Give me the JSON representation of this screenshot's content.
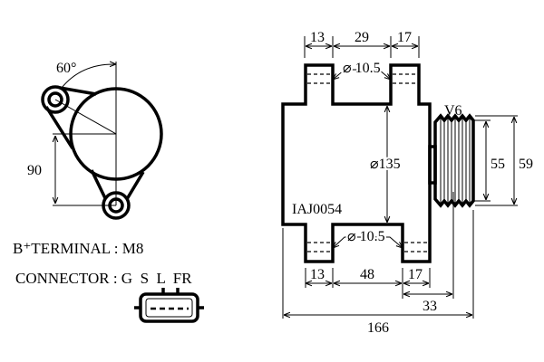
{
  "front_view": {
    "angle_label": "60°",
    "offset_label": "90"
  },
  "specs": {
    "terminal_label": "B⁺TERMINAL : M8",
    "connector_label": "CONNECTOR : G  S  L  FR"
  },
  "side_view": {
    "part_number": "IAJ0054",
    "pulley_type": "V6",
    "body_diameter": "⌀135",
    "top_hole_diameter": "⌀ 10.5",
    "bottom_hole_diameter": "⌀ 10.5",
    "top_dims": [
      "13",
      "29",
      "17"
    ],
    "bottom_dims": [
      "13",
      "48",
      "17"
    ],
    "pulley_offset": "33",
    "overall_length": "166",
    "pulley_inner": "55",
    "pulley_outer": "59"
  }
}
